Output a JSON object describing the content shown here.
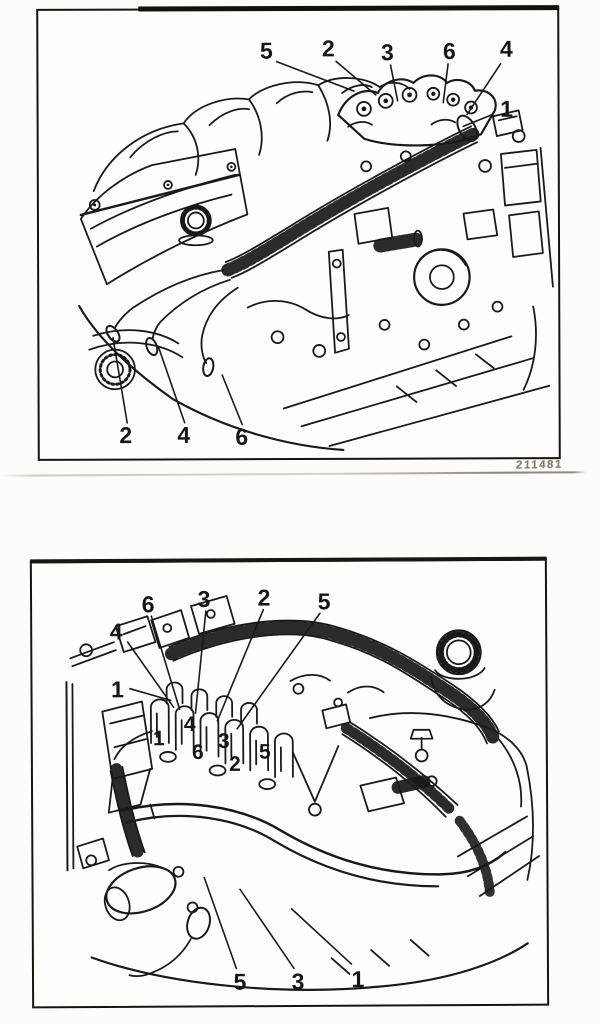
{
  "figure": {
    "id_label": "211481"
  },
  "panel1": {
    "top_callouts": [
      "5",
      "2",
      "3",
      "6",
      "4"
    ],
    "right_callout": "1",
    "bottom_callouts": [
      "2",
      "4",
      "6"
    ]
  },
  "panel2": {
    "top_callouts": [
      "6",
      "3",
      "2",
      "5"
    ],
    "left_callouts": [
      "4",
      "1"
    ],
    "tower_labels": [
      "4",
      "1",
      "6",
      "3",
      "2",
      "5"
    ],
    "bottom_callouts": [
      "5",
      "3",
      "1"
    ]
  },
  "colors": {
    "ink": "#1b1916",
    "paper": "#fdfcfa",
    "faint_scan_line": "#a89f90"
  }
}
